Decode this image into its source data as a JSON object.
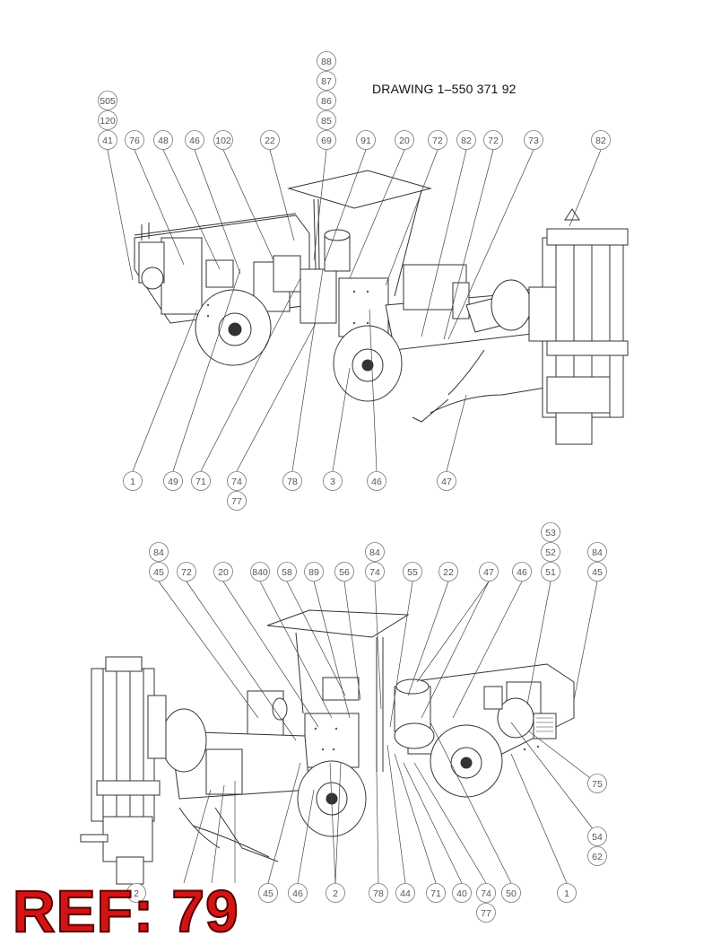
{
  "drawing_title": "DRAWING 1–550 371 92",
  "ref_label": "REF: 79",
  "top_view": {
    "callouts_top": [
      "505",
      "120",
      "41",
      "76",
      "48",
      "46",
      "102",
      "22",
      "88",
      "87",
      "86",
      "85",
      "69",
      "91",
      "20",
      "72",
      "82",
      "72",
      "73",
      "82"
    ],
    "callouts_bottom": [
      "1",
      "49",
      "71",
      "74",
      "77",
      "78",
      "3",
      "46",
      "47"
    ]
  },
  "bottom_view": {
    "callouts_top": [
      "84",
      "45",
      "72",
      "20",
      "840",
      "58",
      "89",
      "56",
      "84",
      "74",
      "55",
      "22",
      "47",
      "46",
      "53",
      "52",
      "51",
      "84",
      "45"
    ],
    "callouts_right": [
      "75",
      "54",
      "62"
    ],
    "callouts_bottom": [
      "2",
      "45",
      "46",
      "2",
      "78",
      "44",
      "71",
      "40",
      "74",
      "77",
      "50",
      "1"
    ]
  }
}
